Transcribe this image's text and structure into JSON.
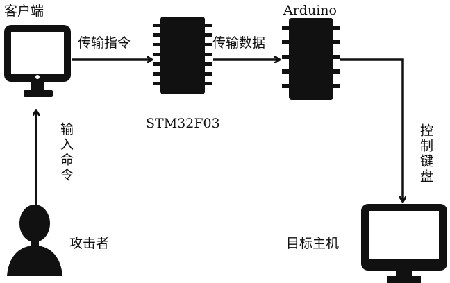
{
  "nodes": {
    "client": {
      "label": "客户端",
      "icon": "monitor-icon"
    },
    "stm32": {
      "label": "STM32F03",
      "icon": "chip-icon"
    },
    "arduino": {
      "label": "Arduino",
      "icon": "chip-icon"
    },
    "target": {
      "label": "目标主机",
      "icon": "monitor-icon"
    },
    "attacker": {
      "label": "攻击者",
      "icon": "person-icon"
    }
  },
  "edges": {
    "client_to_stm32": "传输指令",
    "stm32_to_arduino": "传输数据",
    "arduino_to_target": "控制键盘",
    "attacker_to_client": "输入命令"
  },
  "colors": {
    "ink": "#111111",
    "background": "#ffffff"
  }
}
